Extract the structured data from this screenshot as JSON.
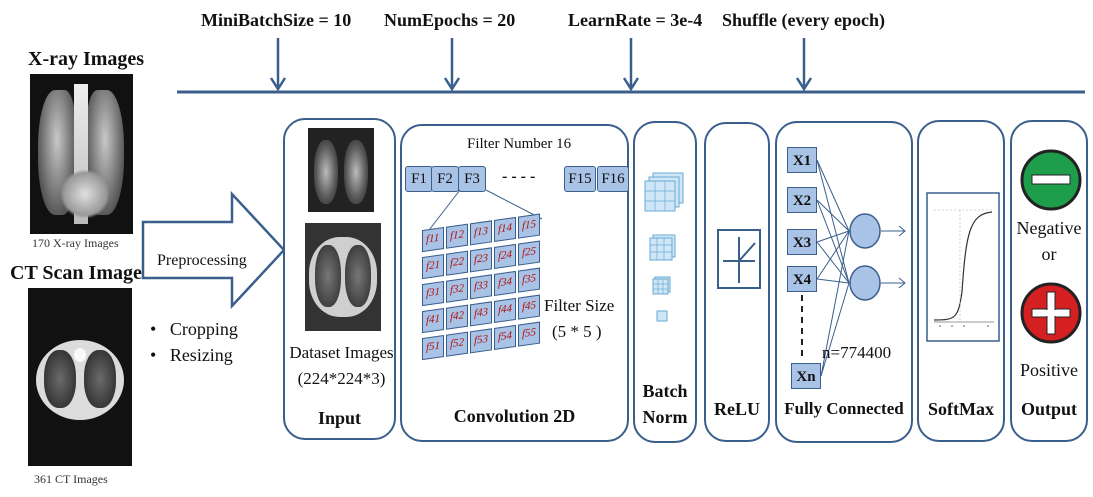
{
  "params": {
    "batch": "MiniBatchSize = 10",
    "epochs": "NumEpochs = 20",
    "lr": "LearnRate = 3e-4",
    "shuffle": "Shuffle (every epoch)"
  },
  "left": {
    "xray_title": "X-ray Images",
    "xray_count": "170 X-ray Images",
    "ct_title": "CT Scan Images",
    "ct_count": "361 CT Images"
  },
  "preprocess": {
    "title": "Preprocessing",
    "steps": [
      "Cropping",
      "Resizing"
    ]
  },
  "input": {
    "caption": "Dataset Images",
    "dims": "(224*224*3)",
    "label": "Input"
  },
  "conv": {
    "filter_number": "Filter Number 16",
    "filters_left": [
      "F1",
      "F2",
      "F3"
    ],
    "dashes": "- - - -",
    "filters_right": [
      "F15",
      "F16"
    ],
    "grid": [
      [
        "f11",
        "f12",
        "f13",
        "f14",
        "f15"
      ],
      [
        "f21",
        "f22",
        "f23",
        "f24",
        "f25"
      ],
      [
        "f31",
        "f32",
        "f33",
        "f34",
        "f35"
      ],
      [
        "f41",
        "f42",
        "f43",
        "f44",
        "f45"
      ],
      [
        "f51",
        "f52",
        "f53",
        "f54",
        "f55"
      ]
    ],
    "filter_size_label": "Filter Size",
    "filter_size_value": "(5 * 5 )",
    "label": "Convolution 2D"
  },
  "batchnorm": {
    "label1": "Batch",
    "label2": "Norm"
  },
  "relu": {
    "label": "ReLU"
  },
  "fc": {
    "nodes": [
      "X1",
      "X2",
      "X3",
      "X4",
      "Xn"
    ],
    "n": "n=774400",
    "label": "Fully Connected"
  },
  "softmax": {
    "label": "SoftMax"
  },
  "output": {
    "negative": "Negative",
    "or": "or",
    "positive": "Positive",
    "label": "Output"
  },
  "colors": {
    "line": "#3a5f8c",
    "box_fill": "#a9c3e6",
    "negative": "#1e9e4a",
    "positive": "#d42020",
    "cell_text": "#b01010"
  }
}
